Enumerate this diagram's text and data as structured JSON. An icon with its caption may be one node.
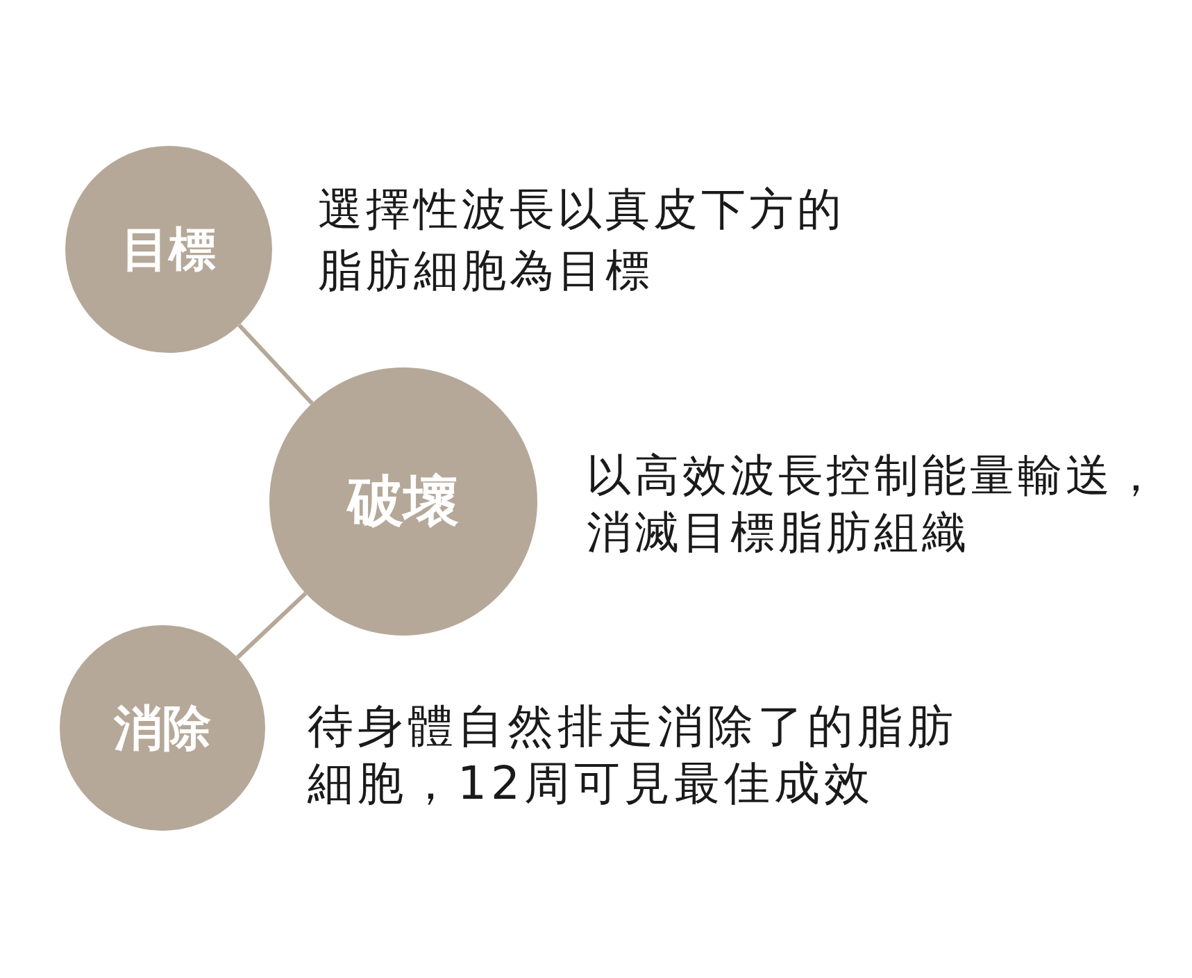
{
  "diagram": {
    "nodes": [
      {
        "text": [
          "目標"
        ],
        "beside": [
          "選擇性波長以真皮下方的脂肪細胞為目標"
        ]
      },
      {
        "text": [
          "破壞"
        ],
        "beside": [
          "以高效波長控制能量輸送，消滅目標脂肪組織"
        ]
      },
      {
        "text": [
          "消除"
        ],
        "beside": [
          "待身體自然排走消除了的脂肪細胞，12周可見最佳成效"
        ]
      }
    ],
    "edges": [
      {
        "from": 0,
        "to": 1,
        "arrow": "none"
      },
      {
        "from": 1,
        "to": 2,
        "arrow": "none"
      }
    ]
  }
}
